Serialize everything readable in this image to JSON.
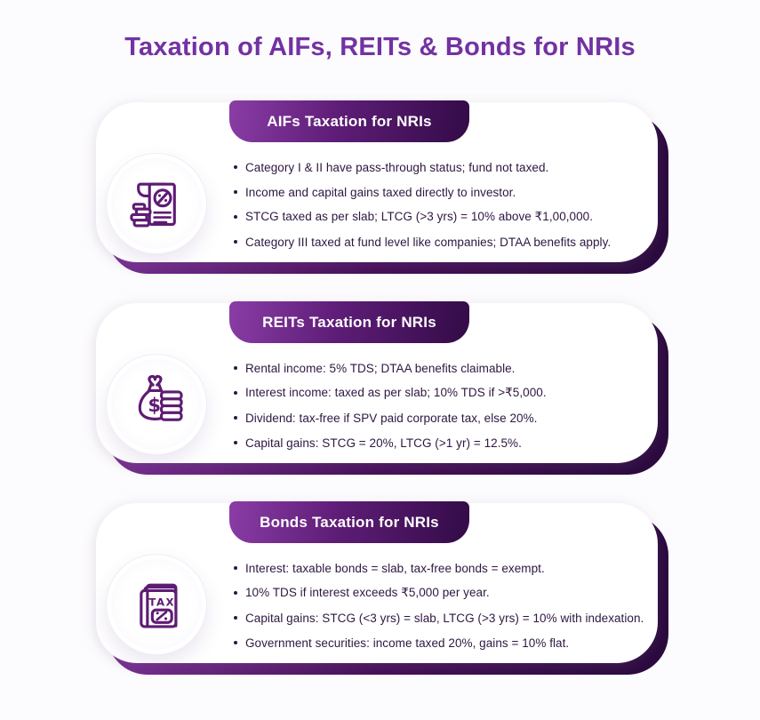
{
  "page": {
    "title": "Taxation of AIFs, REITs & Bonds for NRIs"
  },
  "colors": {
    "title_purple": "#7232a2",
    "banner_gradient_from": "#8a3da6",
    "banner_gradient_to": "#330b47",
    "shadow_gradient_from": "#7c3396",
    "shadow_gradient_to": "#2a0a3d",
    "body_text": "#2e1740",
    "card_background": "#ffffff",
    "page_background": "#fcfbfd",
    "icon_stroke": "#5e1b73"
  },
  "cards": [
    {
      "title": "AIFs Taxation for NRIs",
      "icon": "tax-document-percent-icon",
      "bullets": [
        "Category I & II have pass-through status; fund not taxed.",
        "Income and capital gains taxed directly to investor.",
        "STCG taxed as per slab; LTCG (>3 yrs) = 10% above ₹1,00,000.",
        "Category III taxed at fund level like companies; DTAA benefits apply."
      ]
    },
    {
      "title": "REITs Taxation for NRIs",
      "icon": "money-bag-coins-icon",
      "bullets": [
        "Rental income: 5% TDS; DTAA benefits claimable.",
        "Interest income: taxed as per slab; 10% TDS if >₹5,000.",
        "Dividend: tax-free if SPV paid corporate tax, else 20%.",
        "Capital gains: STCG = 20%, LTCG (>1 yr) = 12.5%."
      ]
    },
    {
      "title": "Bonds Taxation for NRIs",
      "icon": "tax-book-icon",
      "bullets": [
        "Interest: taxable bonds = slab, tax-free bonds = exempt.",
        "10% TDS if interest exceeds ₹5,000 per year.",
        "Capital gains: STCG (<3 yrs) = slab, LTCG (>3 yrs) = 10% with indexation.",
        "Government securities: income taxed 20%, gains = 10% flat."
      ]
    }
  ]
}
